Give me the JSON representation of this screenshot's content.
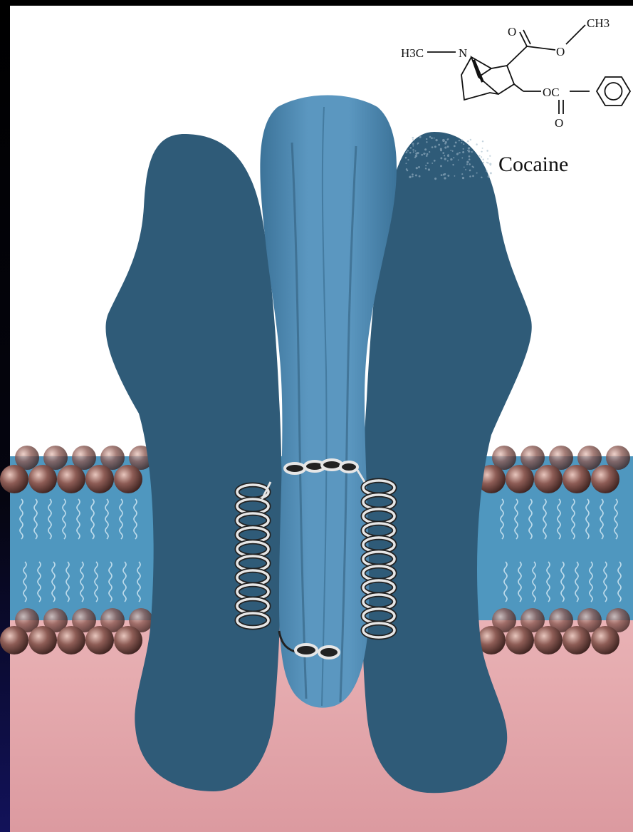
{
  "molecule": {
    "name": "Cocaine",
    "atoms": {
      "methyl_left": "H3C",
      "nitrogen": "N",
      "carbonyl_o_top": "O",
      "ester_o": "O",
      "methyl_right": "CH3",
      "ester_oc": "OC",
      "carbonyl_o_bottom": "O"
    }
  },
  "colors": {
    "background_border": "#000000",
    "extracellular": "#ffffff",
    "membrane_core": "#4f97bf",
    "cytoplasm": "#e0a4a9",
    "protein_outer": "#2f5b78",
    "protein_inner": "#4f89b0",
    "lipid_head": "#7a4a45",
    "helix": "#e6e6e6"
  }
}
